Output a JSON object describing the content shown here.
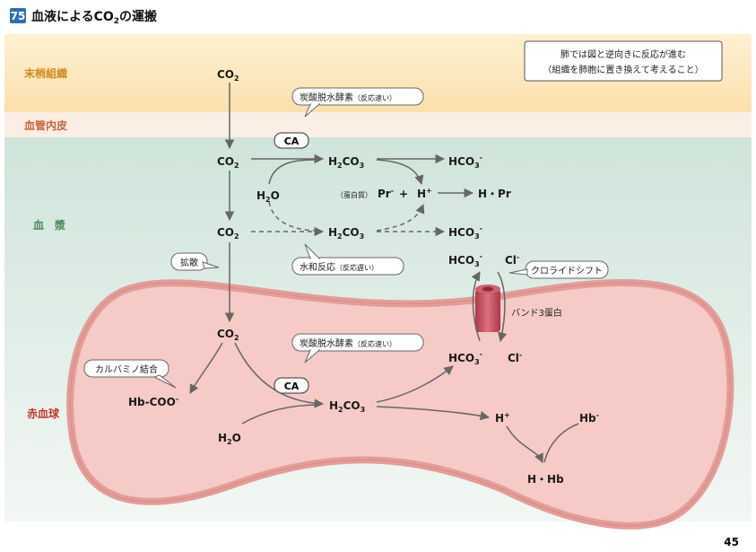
{
  "header": {
    "badge": "75",
    "title_pre": "血液による",
    "title_chem": "CO",
    "title_sub": "2",
    "title_post": "の運搬"
  },
  "zones": {
    "tissue": "末梢組織",
    "endothelium": "血管内皮",
    "plasma": "血　漿",
    "rbc": "赤血球"
  },
  "note": {
    "line1": "肺では図と逆向きに反応が進む",
    "line2": "（組織を肺胞に置き換えて考えること）"
  },
  "labels": {
    "ca_fast_top": "炭酸脱水酵素",
    "ca_fast_top_suffix": "（反応速い）",
    "ca_fast_bottom": "炭酸脱水酵素",
    "ca_fast_bottom_suffix": "（反応速い）",
    "hydration_slow": "水和反応",
    "hydration_slow_suffix": "（反応遅い）",
    "diffusion": "拡散",
    "carbamino": "カルバミノ結合",
    "chloride_shift": "クロライドシフト",
    "band3": "バンド3蛋白",
    "ca": "CA",
    "protein_note": "（蛋白質）"
  },
  "chem": {
    "co2": "CO",
    "co2_sub": "2",
    "h2co3_pre": "H",
    "h2co3_sub": "2",
    "h2co3_post": "CO",
    "h2co3_sub2": "3",
    "h2o_pre": "H",
    "h2o_sub": "2",
    "h2o_post": "O",
    "hco3": "HCO",
    "hco3_sub": "3",
    "minus": "-",
    "plus_sign": "+",
    "h_ion": "H",
    "h_ion_sup": "+",
    "pr": "Pr",
    "pr_sup": "-",
    "h_pr": "H・Pr",
    "cl": "Cl",
    "cl_sup": "-",
    "hb": "Hb",
    "hb_sup": "-",
    "h_hb": "H・Hb",
    "hb_coo": "Hb-COO",
    "hb_coo_sup": "-"
  },
  "page_number": "45",
  "colors": {
    "badge": "#2f6fb4",
    "tissue_band": "#fbe3b5",
    "endo_band": "#fbeee3",
    "plasma_band": "#dfece6",
    "rbc_fill": "#f6c7c4",
    "rbc_stroke": "#e28f8b",
    "zone_tissue": "#d08a1e",
    "zone_endo": "#c8643a",
    "zone_plasma": "#4a8a5e",
    "zone_rbc": "#c0392b",
    "arrow": "#666666"
  }
}
